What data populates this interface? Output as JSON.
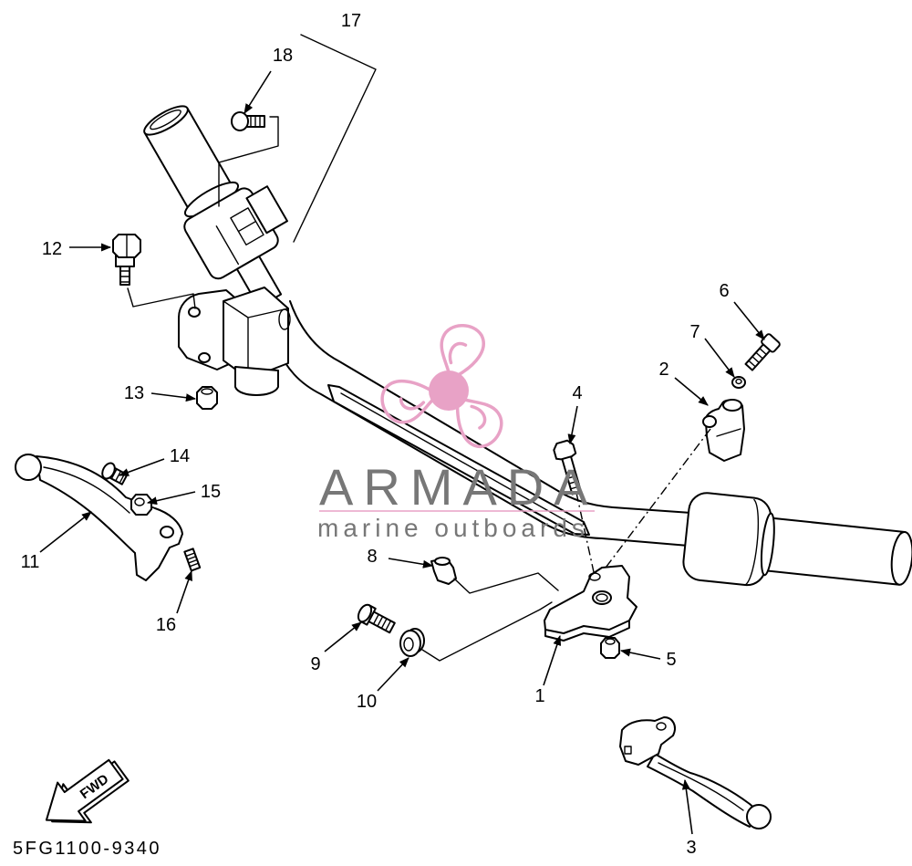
{
  "diagram": {
    "figure_code": "5FG1100-9340",
    "fwd_label": "FWD"
  },
  "callouts": {
    "part_1": "1",
    "part_2": "2",
    "part_3": "3",
    "part_4": "4",
    "part_5": "5",
    "part_6": "6",
    "part_7": "7",
    "part_8": "8",
    "part_9": "9",
    "part_10": "10",
    "part_11": "11",
    "part_12": "12",
    "part_13": "13",
    "part_14": "14",
    "part_15": "15",
    "part_16": "16",
    "part_17": "17",
    "part_18": "18"
  },
  "watermark": {
    "brand": "ARMADA",
    "tagline": "marine outboards"
  },
  "colors": {
    "line": "#000000",
    "background": "#ffffff",
    "watermark_text": "#777777",
    "watermark_logo": "#e8a2c6"
  }
}
